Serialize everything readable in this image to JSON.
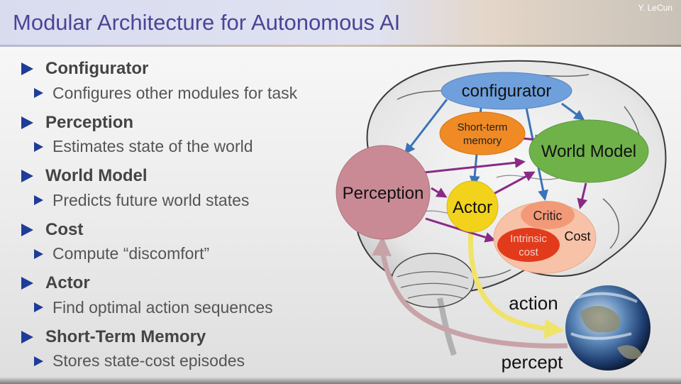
{
  "slide": {
    "title": "Modular Architecture for Autonomous AI",
    "author": "Y. LeCun"
  },
  "bullets": [
    {
      "heading": "Configurator",
      "sub": "Configures other modules for task"
    },
    {
      "heading": "Perception",
      "sub": "Estimates state of the world"
    },
    {
      "heading": "World Model",
      "sub": "Predicts future world states"
    },
    {
      "heading": "Cost",
      "sub": "Compute “discomfort”"
    },
    {
      "heading": "Actor",
      "sub": "Find optimal action sequences"
    },
    {
      "heading": "Short-Term Memory",
      "sub": "Stores state-cost episodes"
    }
  ],
  "diagram": {
    "configurator": "configurator",
    "stm_line1": "Short-term",
    "stm_line2": "memory",
    "world_model": "World Model",
    "perception": "Perception",
    "actor": "Actor",
    "critic": "Critic",
    "intrinsic_line1": "Intrinsic",
    "intrinsic_line2": "cost",
    "cost": "Cost",
    "action": "action",
    "percept": "percept"
  },
  "colors": {
    "title": "#4b4496",
    "bullet_marker": "#1f3c99",
    "configurator": "#6fa0dc",
    "stm": "#f08a24",
    "world_model": "#6fb24a",
    "perception": "#c98a95",
    "actor": "#f3d21b",
    "cost_region": "#f7c2a8",
    "critic": "#f29a78",
    "intrinsic": "#e23b1c",
    "arrow_blue": "#3a73b8",
    "arrow_purple": "#8a2a86"
  }
}
